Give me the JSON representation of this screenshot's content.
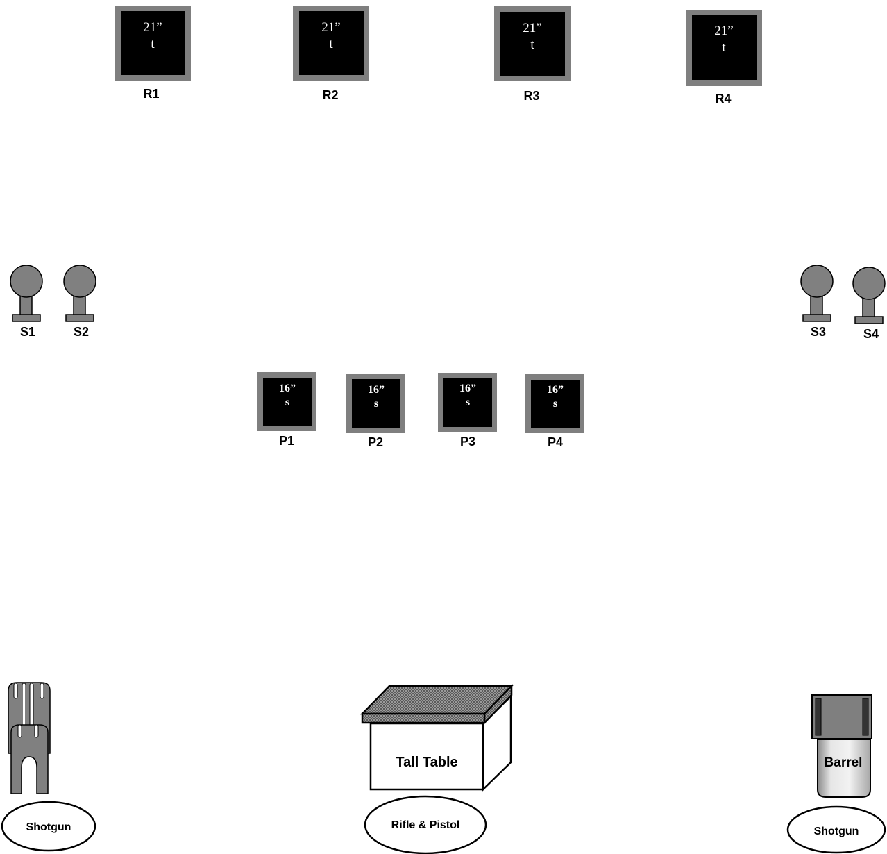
{
  "rifle_targets": [
    {
      "size": "21”",
      "shape": "t",
      "label": "R1"
    },
    {
      "size": "21”",
      "shape": "t",
      "label": "R2"
    },
    {
      "size": "21”",
      "shape": "t",
      "label": "R3"
    },
    {
      "size": "21”",
      "shape": "t",
      "label": "R4"
    }
  ],
  "steel_targets": [
    {
      "label": "S1"
    },
    {
      "label": "S2"
    },
    {
      "label": "S3"
    },
    {
      "label": "S4"
    }
  ],
  "pistol_targets": [
    {
      "size": "16”",
      "shape": "s",
      "label": "P1"
    },
    {
      "size": "16”",
      "shape": "s",
      "label": "P2"
    },
    {
      "size": "16”",
      "shape": "s",
      "label": "P3"
    },
    {
      "size": "16”",
      "shape": "s",
      "label": "P4"
    }
  ],
  "props": {
    "table_label": "Tall Table",
    "barrel_label": "Barrel"
  },
  "positions": {
    "left": "Shotgun",
    "center": "Rifle & Pistol",
    "right": "Shotgun"
  },
  "colors": {
    "target_face": "#000000",
    "target_border": "#7f7f7f",
    "steel": "#808080",
    "table_top": "#8c8c8c"
  }
}
